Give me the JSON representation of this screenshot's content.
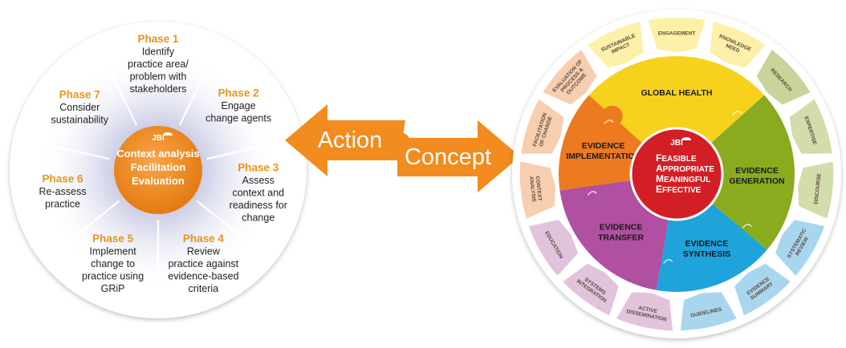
{
  "left_cycle": {
    "center": {
      "logo": "JBI",
      "lines": [
        "Context analysis",
        "Facilitation",
        "Evaluation"
      ]
    },
    "phases": [
      {
        "label": "Phase 1",
        "text": [
          "Identify",
          "practice area/",
          "problem with",
          "stakeholders"
        ]
      },
      {
        "label": "Phase 2",
        "text": [
          "Engage",
          "change agents"
        ]
      },
      {
        "label": "Phase 3",
        "text": [
          "Assess",
          "context and",
          "readiness for",
          "change"
        ]
      },
      {
        "label": "Phase 4",
        "text": [
          "Review",
          "practice against",
          "evidence-based",
          "criteria"
        ]
      },
      {
        "label": "Phase 5",
        "text": [
          "Implement",
          "change to",
          "practice using",
          "GRiP"
        ]
      },
      {
        "label": "Phase 6",
        "text": [
          "Re-assess",
          "practice"
        ]
      },
      {
        "label": "Phase 7",
        "text": [
          "Consider",
          "sustainability"
        ]
      }
    ]
  },
  "arrows": {
    "action": "Action",
    "concept": "Concept"
  },
  "right_model": {
    "center": {
      "logo": "JBI",
      "lines": [
        {
          "initial": "F",
          "rest": "EASIBLE"
        },
        {
          "initial": "A",
          "rest": "PPROPRIATE"
        },
        {
          "initial": "M",
          "rest": "EANINGFUL"
        },
        {
          "initial": "E",
          "rest": "FFECTIVE"
        }
      ]
    },
    "pieces": [
      {
        "name": "global-health",
        "lines": [
          "GLOBAL HEALTH"
        ],
        "color": "#f6d21c"
      },
      {
        "name": "evidence-generation",
        "lines": [
          "EVIDENCE",
          "GENERATION"
        ],
        "color": "#8aab1e"
      },
      {
        "name": "evidence-synthesis",
        "lines": [
          "EVIDENCE",
          "SYNTHESIS"
        ],
        "color": "#1ea3db"
      },
      {
        "name": "evidence-transfer",
        "lines": [
          "EVIDENCE",
          "TRANSFER"
        ],
        "color": "#b14fa0"
      },
      {
        "name": "evidence-implementation",
        "lines": [
          "EVIDENCE",
          "IMPLEMENTATION"
        ],
        "color": "#ee7a1f"
      }
    ],
    "segments": [
      {
        "lines": [
          "ENGAGEMENT"
        ],
        "color": "#fdf0a8"
      },
      {
        "lines": [
          "KNOWLEDGE",
          "NEED"
        ],
        "color": "#fdf0a8"
      },
      {
        "lines": [
          "RESEARCH"
        ],
        "color": "#c8d49a"
      },
      {
        "lines": [
          "EXPERTISE"
        ],
        "color": "#d3dcaa"
      },
      {
        "lines": [
          "DISCOURSE"
        ],
        "color": "#d3dcaa"
      },
      {
        "lines": [
          "SYSTEMATIC",
          "REVIEW"
        ],
        "color": "#a9d6ef"
      },
      {
        "lines": [
          "EVIDENCE",
          "SUMMARY"
        ],
        "color": "#a9d6ef"
      },
      {
        "lines": [
          "GUIDELINES"
        ],
        "color": "#a9d6ef"
      },
      {
        "lines": [
          "ACTIVE",
          "DISSEMINATION"
        ],
        "color": "#e2c3dc"
      },
      {
        "lines": [
          "SYSTEMS",
          "INTEGRATION"
        ],
        "color": "#e2c3dc"
      },
      {
        "lines": [
          "EDUCATION"
        ],
        "color": "#e2c3dc"
      },
      {
        "lines": [
          "CONTEXT",
          "ANALYSIS"
        ],
        "color": "#f8ceb0"
      },
      {
        "lines": [
          "FACILITATION",
          "OF CHANGE"
        ],
        "color": "#f8ceb0"
      },
      {
        "lines": [
          "EVALUATION OF",
          "PROCESS &",
          "OUTCOME"
        ],
        "color": "#f8ceb0"
      },
      {
        "lines": [
          "SUSTAINABLE",
          "IMPACT"
        ],
        "color": "#fdf0a8"
      }
    ]
  },
  "colors": {
    "phase_label": "#e8941a",
    "orange": "#f28c1e",
    "center_red": "#d21f26"
  }
}
